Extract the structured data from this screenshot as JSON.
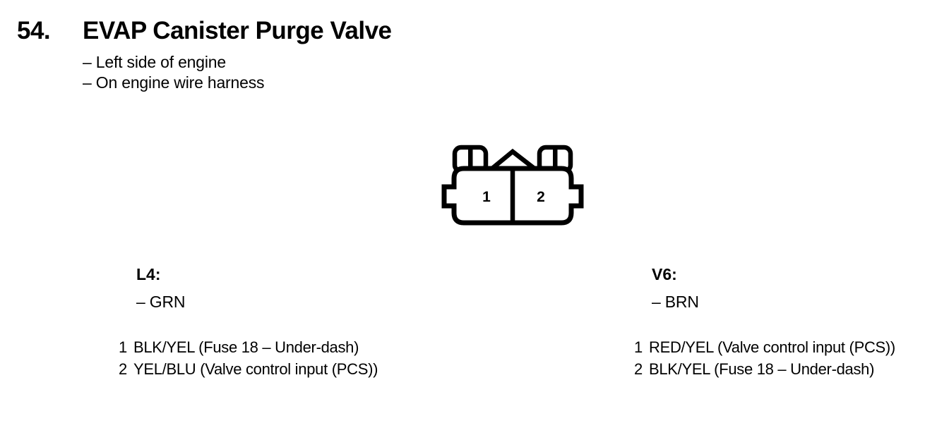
{
  "page": {
    "item_number": "54.",
    "title": "EVAP Canister Purge Valve",
    "notes": [
      "– Left side of engine",
      "– On engine wire harness"
    ]
  },
  "connector": {
    "pin_labels": [
      "1",
      "2"
    ]
  },
  "variants": {
    "l4": {
      "label": "L4:",
      "wire_color": "– GRN",
      "pins": [
        {
          "num": "1",
          "desc": "BLK/YEL (Fuse 18 – Under-dash)"
        },
        {
          "num": "2",
          "desc": "YEL/BLU (Valve control input (PCS))"
        }
      ]
    },
    "v6": {
      "label": "V6:",
      "wire_color": "– BRN",
      "pins": [
        {
          "num": "1",
          "desc": "RED/YEL (Valve control input (PCS))"
        },
        {
          "num": "2",
          "desc": "BLK/YEL (Fuse 18 – Under-dash)"
        }
      ]
    }
  },
  "colors": {
    "ink": "#000000",
    "paper": "#ffffff"
  }
}
